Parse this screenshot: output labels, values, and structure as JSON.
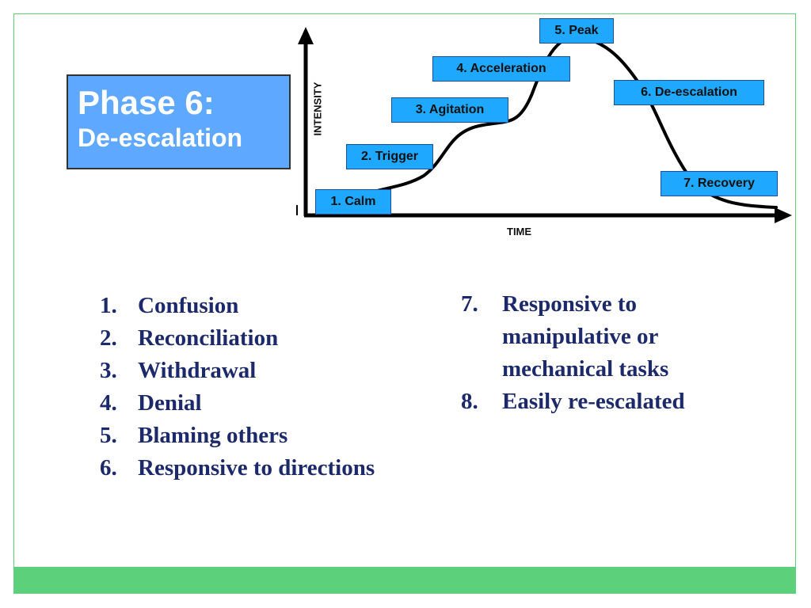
{
  "title": {
    "line1": "Phase 6:",
    "line2": "De-escalation",
    "bg_color": "#5fa8ff"
  },
  "diagram": {
    "y_axis_label": "INTENSITY",
    "x_axis_label": "TIME",
    "stages": [
      "1. Calm",
      "2. Trigger",
      "3. Agitation",
      "4. Acceleration",
      "5. Peak",
      "6. De-escalation",
      "7. Recovery"
    ],
    "box_color": "#1ea8ff"
  },
  "list_left": [
    {
      "num": "1.",
      "text": "Confusion"
    },
    {
      "num": "2.",
      "text": "Reconciliation"
    },
    {
      "num": "3.",
      "text": "Withdrawal"
    },
    {
      "num": "4.",
      "text": "Denial"
    },
    {
      "num": "5.",
      "text": "Blaming others"
    },
    {
      "num": "6.",
      "text": "Responsive to directions"
    }
  ],
  "list_right": [
    {
      "num": "7.",
      "text": "Responsive to",
      "text2": "manipulative or",
      "text3": "mechanical tasks"
    },
    {
      "num": "8.",
      "text": "Easily re-escalated"
    }
  ],
  "theme": {
    "accent_green": "#5cd07a",
    "list_text_color": "#1c2a6b"
  }
}
